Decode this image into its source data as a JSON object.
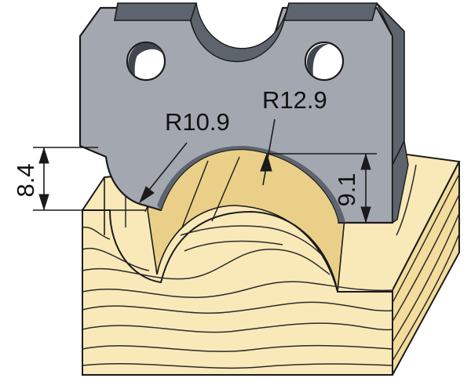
{
  "labels": {
    "radius_small": "R10.9",
    "radius_large": "R12.9",
    "height_left": "8.4",
    "height_right": "9.1"
  },
  "colors": {
    "knife_face": "#a3a8b0",
    "knife_edge": "#5d646d",
    "knife_outline": "#1a1a1a",
    "wood_face": "#f9e9b8",
    "wood_side": "#f3dc9c",
    "wood_shade": "#e9cf88",
    "wood_grain": "#2a2a2a",
    "hole_dark": "#404650"
  }
}
